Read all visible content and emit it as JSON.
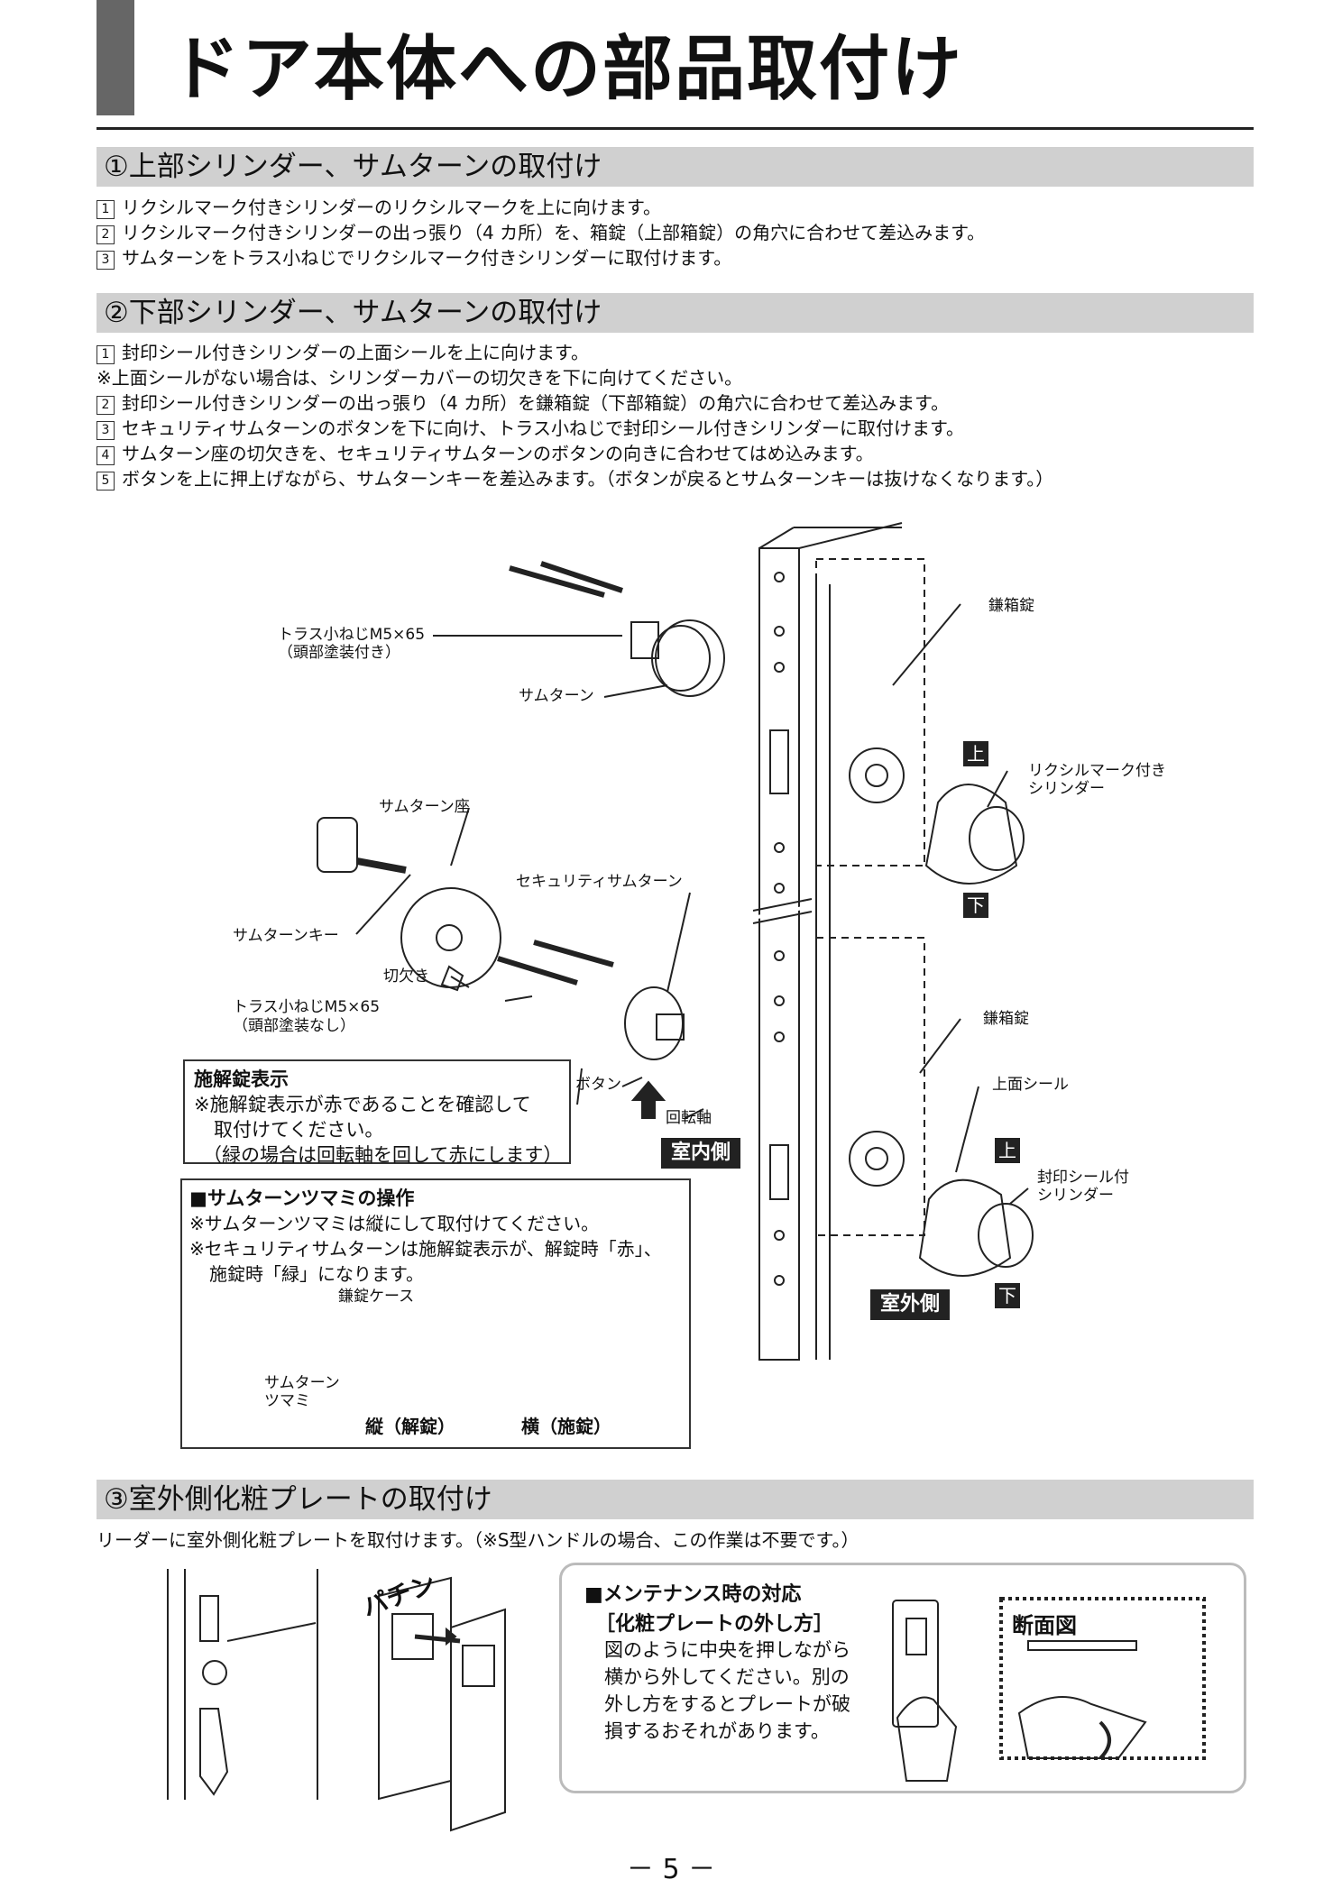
{
  "header": {
    "title": "ドア本体への部品取付け"
  },
  "section1": {
    "heading": "①上部シリンダー、サムターンの取付け",
    "steps": [
      {
        "num": "1",
        "text": "リクシルマーク付きシリンダーのリクシルマークを上に向けます。"
      },
      {
        "num": "2",
        "text": "リクシルマーク付きシリンダーの出っ張り（4 カ所）を、箱錠（上部箱錠）の角穴に合わせて差込みます。"
      },
      {
        "num": "3",
        "text": "サムターンをトラス小ねじでリクシルマーク付きシリンダーに取付けます。"
      }
    ]
  },
  "section2": {
    "heading": "②下部シリンダー、サムターンの取付け",
    "steps": [
      {
        "num": "1",
        "text": "封印シール付きシリンダーの上面シールを上に向けます。"
      },
      {
        "num": "",
        "text": "※上面シールがない場合は、シリンダーカバーの切欠きを下に向けてください。"
      },
      {
        "num": "2",
        "text": "封印シール付きシリンダーの出っ張り（4 カ所）を鎌箱錠（下部箱錠）の角穴に合わせて差込みます。"
      },
      {
        "num": "3",
        "text": "セキュリティサムターンのボタンを下に向け、トラス小ねじで封印シール付きシリンダーに取付けます。"
      },
      {
        "num": "4",
        "text": "サムターン座の切欠きを、セキュリティサムターンのボタンの向きに合わせてはめ込みます。"
      },
      {
        "num": "5",
        "text": "ボタンを上に押上げながら、サムターンキーを差込みます。（ボタンが戻るとサムターンキーは抜けなくなります。）"
      }
    ]
  },
  "diagram": {
    "labels": {
      "screw_top_1": "トラス小ねじM5×65",
      "screw_top_2": "（頭部塗装付き）",
      "thumbturn": "サムターン",
      "box_lock_top": "鎌箱錠",
      "up_top": "上",
      "lixil_cyl_1": "リクシルマーク付き",
      "lixil_cyl_2": "シリンダー",
      "down_top": "下",
      "thumb_seat": "サムターン座",
      "security_thumb": "セキュリティサムターン",
      "thumb_key": "サムターンキー",
      "notch": "切欠き",
      "screw_bot_1": "トラス小ねじM5×65",
      "screw_bot_2": "（頭部塗装なし）",
      "box_lock_bot": "鎌箱錠",
      "top_seal": "上面シール",
      "button": "ボタン",
      "shaft": "回転軸",
      "up_bot": "上",
      "seal_cyl_1": "封印シール付",
      "seal_cyl_2": "シリンダー",
      "indoor": "室内側",
      "outdoor": "室外側",
      "down_bot": "下"
    },
    "lock_note": {
      "title": "施解錠表示",
      "lines": [
        "※施解錠表示が赤であることを確認して",
        "取付けてください。",
        "（緑の場合は回転軸を回して赤にします）"
      ]
    },
    "knob_box": {
      "title": "■サムターンツマミの操作",
      "lines": [
        "※サムターンツマミは縦にして取付けてください。",
        "※セキュリティサムターンは施解錠表示が、解錠時「赤」、",
        "施錠時「緑」になります。"
      ],
      "case_label": "鎌錠ケース",
      "knob_label_1": "サムターン",
      "knob_label_2": "ツマミ",
      "vertical": "縦（解錠）",
      "horizontal": "横（施錠）"
    }
  },
  "section3": {
    "heading": "③室外側化粧プレートの取付け",
    "intro": "リーダーに室外側化粧プレートを取付けます。（※S型ハンドルの場合、この作業は不要です。）",
    "snap": "パチン",
    "maintenance": {
      "title": "■メンテナンス時の対応",
      "subtitle": "［化粧プレートの外し方］",
      "lines": [
        "図のように中央を押しながら",
        "横から外してください。別の",
        "外し方をするとプレートが破",
        "損するおそれがあります。"
      ],
      "section_view": "断面図"
    }
  },
  "footer": {
    "page": "－ 5 －"
  }
}
